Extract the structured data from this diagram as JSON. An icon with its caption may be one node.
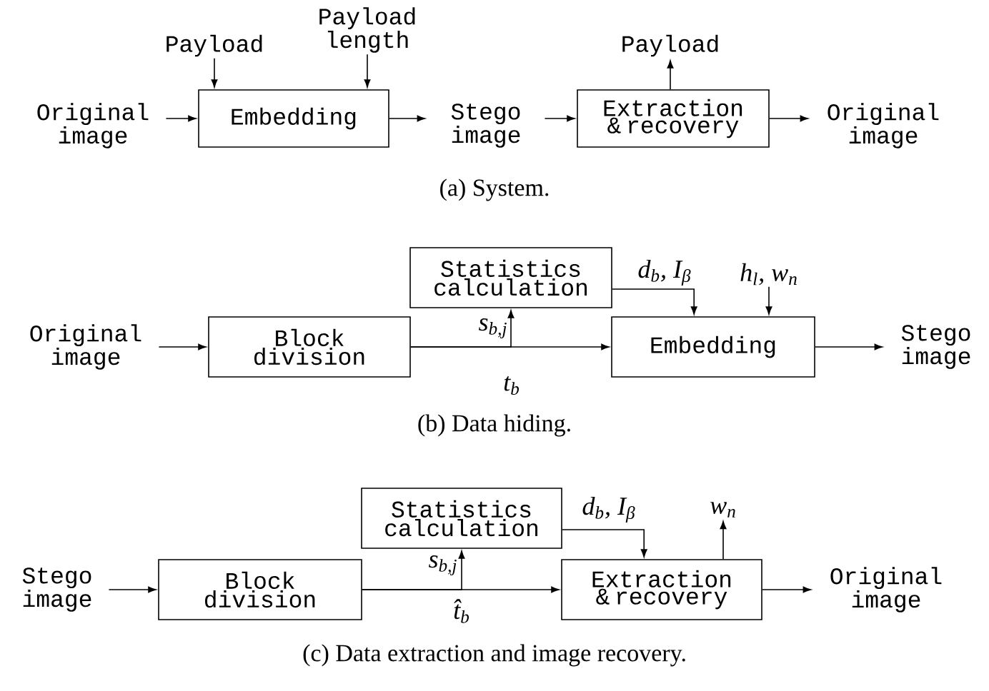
{
  "diagram": {
    "nodes": [
      {
        "text": [
          "Original image"
        ]
      },
      {
        "text": [
          "Payload"
        ]
      },
      {
        "text": [
          "Payload length"
        ]
      },
      {
        "text": [
          "Embedding"
        ]
      },
      {
        "text": [
          "Stego image"
        ]
      },
      {
        "text": [
          "Payload"
        ]
      },
      {
        "text": [
          "Extraction & recovery"
        ]
      },
      {
        "text": [
          "Original image"
        ]
      },
      {
        "text": [
          "Original image"
        ]
      },
      {
        "text": [
          "Block division"
        ]
      },
      {
        "text": [
          "Statistics calculation"
        ]
      },
      {
        "text": [
          "Embedding"
        ]
      },
      {
        "text": [
          "Stego image"
        ]
      },
      {
        "text": [
          "h$_{l}$, w$_{n}$"
        ]
      },
      {
        "text": [
          "Stego image"
        ]
      },
      {
        "text": [
          "Block division"
        ]
      },
      {
        "text": [
          "Statistics calculation"
        ]
      },
      {
        "text": [
          "Extraction & recovery"
        ]
      },
      {
        "text": [
          "w$_{n}$"
        ]
      },
      {
        "text": [
          "Original image"
        ]
      }
    ],
    "edges": [
      {
        "from": 0,
        "to": 3,
        "arrow": "to"
      },
      {
        "from": 1,
        "to": 3,
        "arrow": "to"
      },
      {
        "from": 2,
        "to": 3,
        "arrow": "to"
      },
      {
        "from": 3,
        "to": 4,
        "arrow": "to"
      },
      {
        "from": 4,
        "to": 6,
        "arrow": "to"
      },
      {
        "from": 6,
        "to": 5,
        "arrow": "to"
      },
      {
        "from": 6,
        "to": 7,
        "arrow": "to"
      },
      {
        "from": 8,
        "to": 9,
        "arrow": "to"
      },
      {
        "from": 9,
        "to": 11,
        "arrow": "to",
        "label": "t$_{b}$"
      },
      {
        "from": 9,
        "to": 10,
        "arrow": "to",
        "label": "s$_{b,j}$"
      },
      {
        "from": 10,
        "to": 11,
        "arrow": "to",
        "label": "d$_{b}$, I$_{β}$"
      },
      {
        "from": 13,
        "to": 11,
        "arrow": "to"
      },
      {
        "from": 11,
        "to": 12,
        "arrow": "to"
      },
      {
        "from": 14,
        "to": 15,
        "arrow": "to"
      },
      {
        "from": 15,
        "to": 17,
        "arrow": "to",
        "label": "t̂$_{b}$"
      },
      {
        "from": 15,
        "to": 16,
        "arrow": "to",
        "label": "s$_{b,j}$"
      },
      {
        "from": 16,
        "to": 17,
        "arrow": "to",
        "label": "d$_{b}$, I$_{β}$"
      },
      {
        "from": 17,
        "to": 18,
        "arrow": "to"
      },
      {
        "from": 17,
        "to": 19,
        "arrow": "to"
      }
    ],
    "labels": [
      "(a) System.",
      "(b) Data hiding.",
      "(c) Data extraction and image recovery."
    ]
  }
}
